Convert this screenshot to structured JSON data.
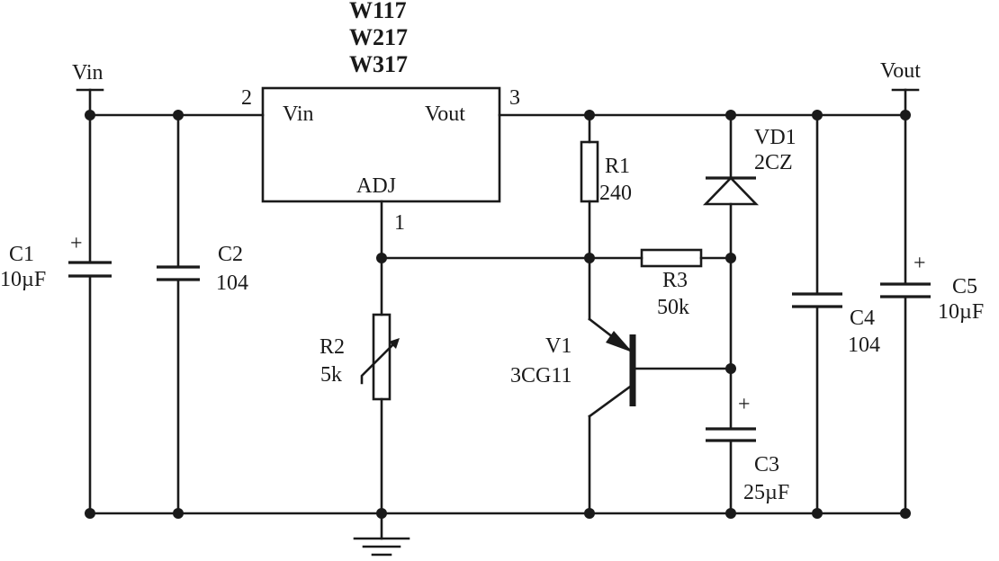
{
  "ic": {
    "part_lines": [
      "W117",
      "W217",
      "W317"
    ],
    "pin_vin_label": "Vin",
    "pin_vout_label": "Vout",
    "pin_adj_label": "ADJ",
    "pin2_number": "2",
    "pin3_number": "3",
    "pin1_number": "1"
  },
  "terminals": {
    "input_label": "Vin",
    "output_label": "Vout"
  },
  "components": {
    "c1": {
      "ref": "C1",
      "value": "10µF",
      "polarity": "+"
    },
    "c2": {
      "ref": "C2",
      "value": "104"
    },
    "r2": {
      "ref": "R2",
      "value": "5k"
    },
    "r1": {
      "ref": "R1",
      "value": "240"
    },
    "r3": {
      "ref": "R3",
      "value": "50k"
    },
    "v1": {
      "ref": "V1",
      "value": "3CG11"
    },
    "vd1": {
      "ref": "VD1",
      "value": "2CZ"
    },
    "c3": {
      "ref": "C3",
      "value": "25µF",
      "polarity": "+"
    },
    "c4": {
      "ref": "C4",
      "value": "104"
    },
    "c5": {
      "ref": "C5",
      "value": "10µF",
      "polarity": "+"
    }
  }
}
